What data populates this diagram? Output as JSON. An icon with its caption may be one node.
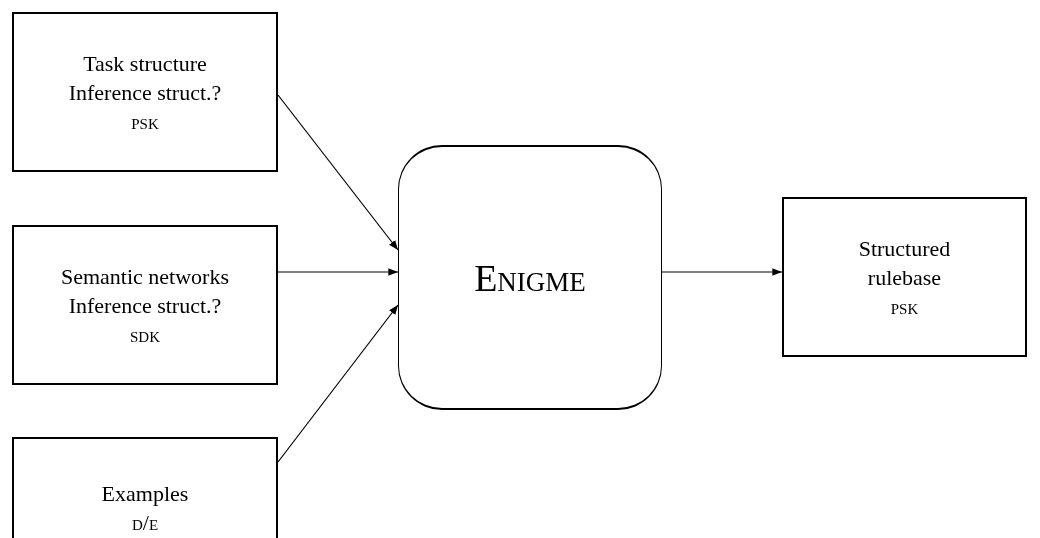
{
  "diagram": {
    "nodes": [
      {
        "text": [
          "Task structure",
          "Inference struct.?",
          "psk"
        ]
      },
      {
        "text": [
          "Semantic networks",
          "Inference struct.?",
          "sdk"
        ]
      },
      {
        "text": [
          "Examples",
          "d/e"
        ]
      },
      {
        "text": [
          "Enigme"
        ]
      },
      {
        "text": [
          "Structured rulebase",
          "psk"
        ]
      }
    ],
    "edges": [
      {
        "from": 0,
        "to": 3,
        "arrow": "to"
      },
      {
        "from": 1,
        "to": 3,
        "arrow": "to"
      },
      {
        "from": 2,
        "to": 3,
        "arrow": "to"
      },
      {
        "from": 3,
        "to": 4,
        "arrow": "to"
      }
    ]
  }
}
